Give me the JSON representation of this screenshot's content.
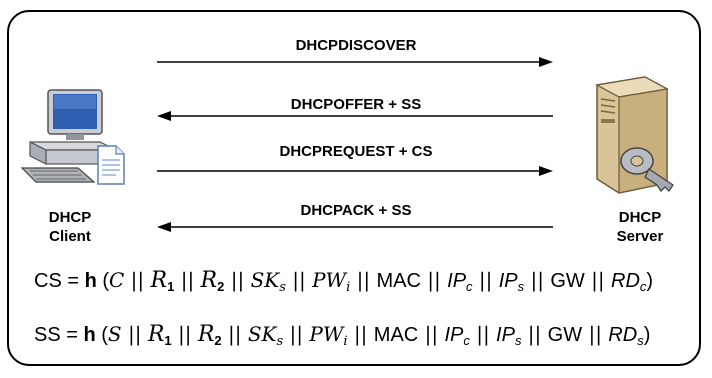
{
  "messages": [
    {
      "label": "DHCPDISCOVER",
      "direction": "right"
    },
    {
      "label": "DHCPOFFER + SS",
      "direction": "left"
    },
    {
      "label": "DHCPREQUEST + CS",
      "direction": "right"
    },
    {
      "label": "DHCPACK + SS",
      "direction": "left"
    }
  ],
  "client": {
    "line1": "DHCP",
    "line2": "Client",
    "icon": "computer-icon"
  },
  "server": {
    "line1": "DHCP",
    "line2": "Server",
    "icon": "server-key-icon"
  },
  "formula_cs": {
    "lhs": "CS = ",
    "h": "h",
    "open": " (",
    "first": "C",
    "r1": "R",
    "r1_sub": "1",
    "r2": "R",
    "r2_sub": "2",
    "sk": "SK",
    "sk_sub": "s",
    "pw": "PW",
    "pw_sub": "i",
    "mac": "MAC",
    "ipc": "IP",
    "ipc_sub": "c",
    "ips": "IP",
    "ips_sub": "s",
    "gw": "GW",
    "rd": "RD",
    "rd_sub": "c",
    "close": ")"
  },
  "formula_ss": {
    "lhs": "SS = ",
    "h": "h",
    "open": " (",
    "first": "S",
    "r1": "R",
    "r1_sub": "1",
    "r2": "R",
    "r2_sub": "2",
    "sk": "SK",
    "sk_sub": "s",
    "pw": "PW",
    "pw_sub": "i",
    "mac": "MAC",
    "ipc": "IP",
    "ipc_sub": "c",
    "ips": "IP",
    "ips_sub": "s",
    "gw": "GW",
    "rd": "RD",
    "rd_sub": "s",
    "close": ")"
  },
  "separator": " || "
}
